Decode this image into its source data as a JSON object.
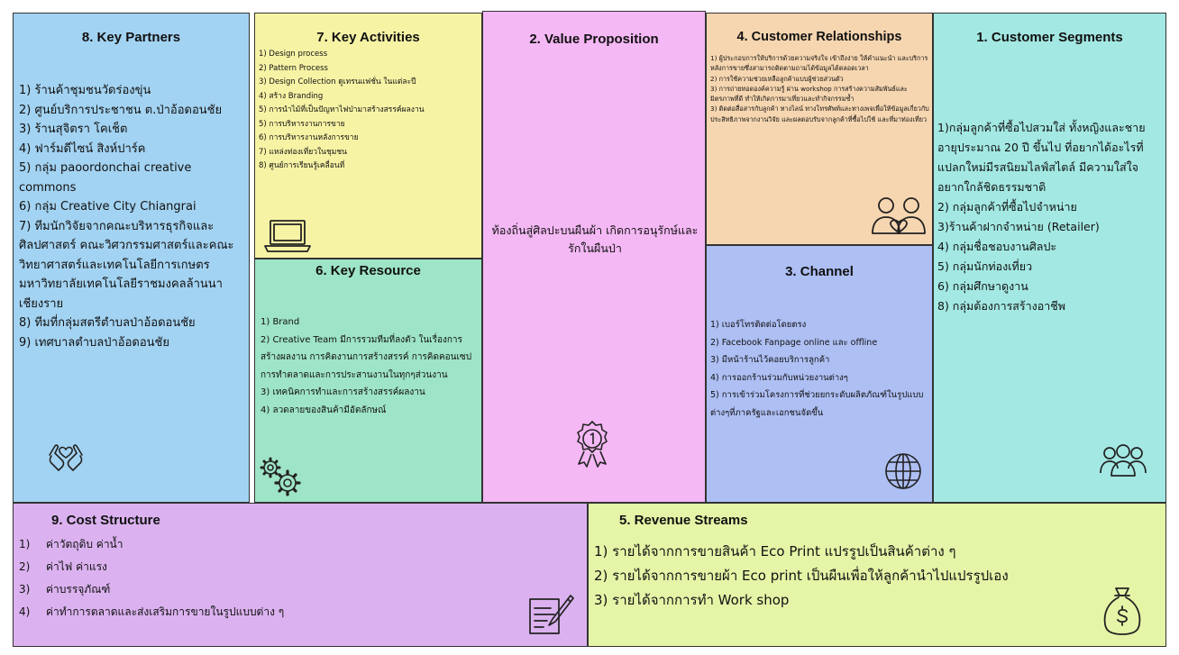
{
  "key_partners": {
    "title": "8. Key Partners",
    "items": [
      "1) ร้านค้าชุมชนวัดร่องขุ่น",
      "2) ศูนย์บริการประชาชน ต.ป่าอ้อดอนชัย",
      "3) ร้านสุจิตรา โคเช็ต",
      "4) ฟาร์มดีไซน์ สิงห์ปาร์ค",
      "5) กลุ่ม paoordonchai creative commons",
      "6) กลุ่ม Creative City Chiangrai",
      "7) ทีมนักวิจัยจากคณะบริหารธุรกิจและศิลปศาสตร์ คณะวิศวกรรมศาสตร์และคณะวิทยาศาสตร์และเทคโนโลยีการเกษตร มหาวิทยาลัยเทคโนโลยีราชมงคลล้านนา เชียงราย",
      "8) ทีมที่กลุ่มสตรีตำบลป่าอ้อดอนชัย",
      "9) เทศบาลตำบลป่าอ้อดอนชัย"
    ],
    "icon": "hands-heart-icon"
  },
  "key_activities": {
    "title": "7. Key Activities",
    "items": [
      "1) Design process",
      "2) Pattern Process",
      "3) Design Collection ดูเทรนแฟชั่น ในแต่ละปี",
      "4) สร้าง Branding",
      "5) การนำไม้ที่เป็นปัญหาไฟป่ามาสร้างสรรค์ผลงาน",
      "5) การบริหารงานการขาย",
      "6) การบริหารงานหลังการขาย",
      "7) แหล่งท่องเที่ยวในชุมชน",
      "8) ศูนย์การเรียนรู้เคลื่อนที่"
    ],
    "icon": "laptop-icon"
  },
  "key_resource": {
    "title": "6. Key Resource",
    "items": [
      "1) Brand",
      "2) Creative Team มีการรวมทีมที่ลงตัว ในเรื่องการสร้างผลงาน การคิดงานการสร้างสรรค์ การคิดคอนเซป การทำตลาดและการประสานงานในทุกๆส่วนงาน",
      "3) เทคนิคการทำและการสร้างสรรค์ผลงาน",
      "4) ลวดลายของสินค้ามีอัตลักษณ์"
    ],
    "icon": "gears-icon"
  },
  "value_proposition": {
    "title": "2. Value Proposition",
    "text": "ท้องถิ่นสู่ศิลปะบนผืนผ้า เกิดการอนุรักษ์และรักในผืนป่า",
    "icon": "award-ribbon-icon"
  },
  "customer_relationships": {
    "title": "4. Customer Relationships",
    "items": [
      "1) ผู้ประกอบการให้บริการด้วยความจริงใจ เข้าถึงง่าย ให้คำแนะนำ และบริการหลังการขายซึ่งสามารถติดตามถามได้ข้อมูลได้ตลอดเวลา",
      "2) การใช้ความช่วยเหลือลูกค้าแบบผู้ช่วยส่วนตัว",
      "3) การถ่ายทอดองค์ความรู้ ผ่าน workshop การสร้างความสัมพันธ์และมิตรภาพที่ดี ทำให้เกิดการมาเที่ยวและทำกิจกรรมซ้ำ",
      "3) ติดต่อสื่อสารกับลูกค้า ทางไลน์ ทางโทรศัพท์และทางเพจเพื่อให้ข้อมูลเกี่ยวกับประสิทธิภาพจากงานวิจัย และผลตอบรับจากลูกค้าที่ซื้อไปใช้ และที่มาท่องเที่ยว"
    ],
    "icon": "people-heart-icon"
  },
  "channel": {
    "title": "3. Channel",
    "items": [
      "1) เบอร์โทรติดต่อโดยตรง",
      "2) Facebook Fanpage online และ offline",
      "3) มีหน้าร้านไว้คอยบริการลูกค้า",
      "4) การออกร้านร่วมกับหน่วยงานต่างๆ",
      "5) การเข้าร่วมโครงการที่ช่วยยกระดับผลิตภัณฑ์ในรูปแบบต่างๆที่ภาครัฐและเอกชนจัดขึ้น"
    ],
    "icon": "globe-icon"
  },
  "customer_segments": {
    "title": "1. Customer Segments",
    "items": [
      "1)กลุ่มลูกค้าที่ซื้อไปสวมใส่ ทั้งหญิงและชาย อายุประมาณ 20 ปี ขึ้นไป ที่อยากได้อะไรที่แปลกใหม่มีรสนิยมไลฟ์สไตล์ มีความใส่ใจ อยากใกล้ชิดธรรมชาติ",
      "2) กลุ่มลูกค้าที่ซื้อไปจำหน่าย",
      "3)ร้านค้าฝากจำหน่าย (Retailer)",
      "4) กลุ่มชื่อชอบงานศิลปะ",
      "5) กลุ่มนักท่องเที่ยว",
      "6) กลุ่มศึกษาดูงาน",
      "8) กลุ่มต้องการสร้างอาชีพ"
    ],
    "icon": "group-icon"
  },
  "cost_structure": {
    "title": "9. Cost Structure",
    "items": [
      {
        "num": "1)",
        "text": "ค่าวัตถุดิบ ค่าน้ำ"
      },
      {
        "num": "2)",
        "text": "ค่าไฟ ค่าแรง"
      },
      {
        "num": "3)",
        "text": "ค่าบรรจุภัณฑ์"
      },
      {
        "num": "4)",
        "text": "ค่าทำการตลาดและส่งเสริมการขายในรูปแบบต่าง ๆ"
      }
    ],
    "icon": "document-pen-icon"
  },
  "revenue_streams": {
    "title": "5. Revenue Streams",
    "items": [
      "1) รายได้จากการขายสินค้า Eco Print แปรรูปเป็นสินค้าต่าง ๆ",
      "2) รายได้จากการขายผ้า Eco print เป็นผืนเพื่อให้ลูกค้านำไปแปรรูปเอง",
      "3) รายได้จากการทำ Work shop"
    ],
    "icon": "money-bag-icon"
  }
}
